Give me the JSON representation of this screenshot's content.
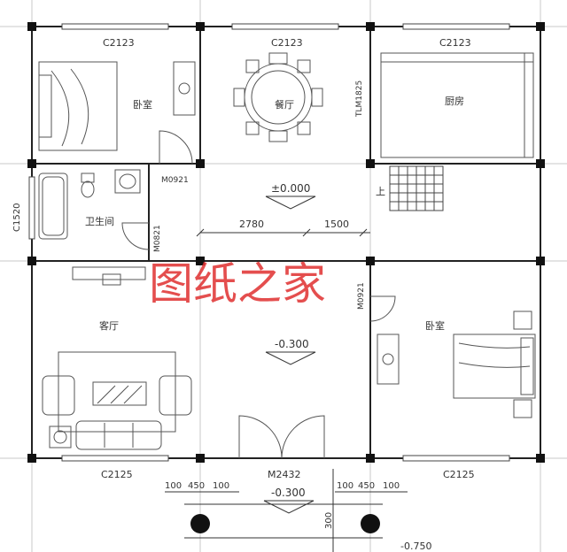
{
  "windows": {
    "top_left": "C2123",
    "top_mid": "C2123",
    "top_right": "C2123",
    "bath_side": "C1520",
    "bottom_left": "C2125",
    "bottom_right": "C2125"
  },
  "doors": {
    "bedroom1": "M0921",
    "bath": "M0821",
    "bedroom2": "M0921",
    "kitchen": "TLM1825",
    "main": "M2432"
  },
  "rooms": {
    "bedroom1": "卧室",
    "dining": "餐厅",
    "kitchen": "厨房",
    "bath": "卫生间",
    "living": "客厅",
    "bedroom2": "卧室"
  },
  "levels": {
    "hall": "±0.000",
    "living": "-0.300",
    "porch": "-0.300",
    "ground": "-0.750"
  },
  "dimensions": {
    "hall_left": "2780",
    "hall_right": "1500",
    "porch_left": [
      "100",
      "450",
      "100"
    ],
    "porch_right": [
      "100",
      "450",
      "100"
    ],
    "porch_depth": "300"
  },
  "stair_label": "上",
  "watermark": "图纸之家"
}
